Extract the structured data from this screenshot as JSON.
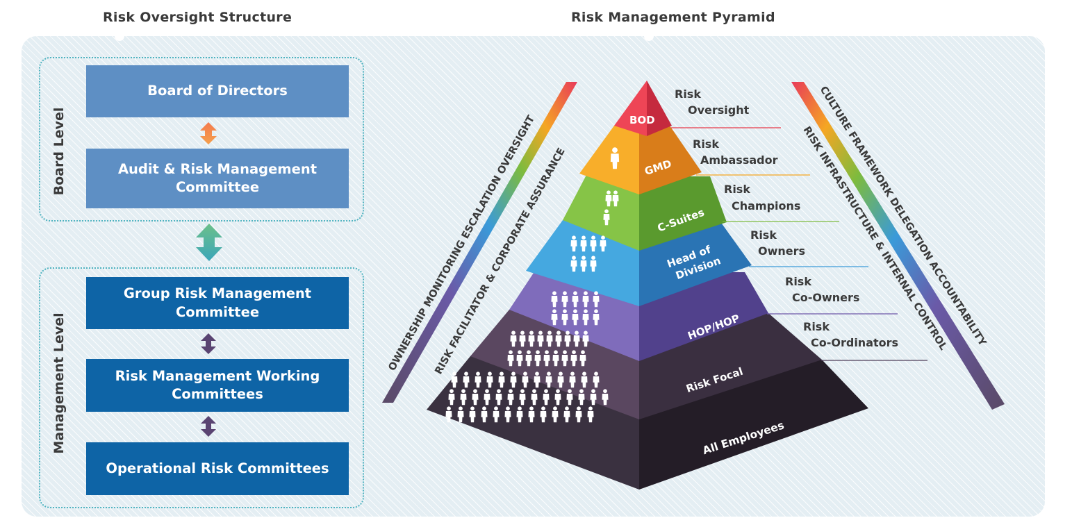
{
  "headers": {
    "left": "Risk Oversight Structure",
    "right": "Risk Management Pyramid"
  },
  "oversight": {
    "board_level_label": "Board Level",
    "management_level_label": "Management Level",
    "board_boxes": [
      {
        "label": "Board of Directors"
      },
      {
        "label": "Audit & Risk Management Committee"
      }
    ],
    "management_boxes": [
      {
        "label": "Group Risk Management Committee"
      },
      {
        "label": "Risk Management Working Committees"
      },
      {
        "label": "Operational Risk Committees"
      }
    ]
  },
  "pyramid": {
    "tiers": [
      {
        "label": "BOD",
        "role": [
          "Risk",
          "Oversight"
        ],
        "people": 0
      },
      {
        "label": "GMD",
        "role": [
          "Risk",
          "Ambassador"
        ],
        "people": 1
      },
      {
        "label": "C-Suites",
        "role": [
          "Risk",
          "Champions"
        ],
        "people": 3
      },
      {
        "label": "Head of Division",
        "role": [
          "Risk",
          "Owners"
        ],
        "people": 7
      },
      {
        "label": "HOP/HOP",
        "role": [
          "Risk",
          "Co-Owners"
        ],
        "people": 10
      },
      {
        "label": "Risk Focal",
        "role": [
          "Risk",
          "Co-Ordinators"
        ],
        "people": 18
      },
      {
        "label": "All Employees",
        "role": [],
        "people": 40
      }
    ],
    "left_bands": [
      "OWNERSHIP MONITORING ESCALATION OVERSIGHT",
      "RISK FACILITATOR & CORPORATE ASSURANCE"
    ],
    "right_bands": [
      "CULTURE FRAMEWORK DELEGATION ACCOUNTABILITY",
      "RISK INFRASTRUCTURE & INTERNAL CONTROL"
    ],
    "colors": {
      "bod": "#e83a4a",
      "gmd": "#f5a623",
      "csuites": "#7dbb3e",
      "hod": "#3a9ad9",
      "hop": "#6d59a8",
      "focal": "#4e3d57",
      "all": "#2e2632"
    }
  }
}
